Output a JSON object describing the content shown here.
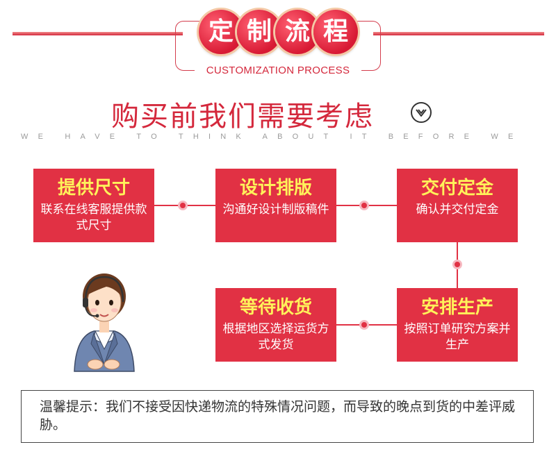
{
  "header": {
    "title_chars": [
      "定",
      "制",
      "流",
      "程"
    ],
    "subtitle": "CUSTOMIZATION PROCESS"
  },
  "section": {
    "title": "购买前我们需要考虑",
    "subtitle": "WE HAVE TO THINK ABOUT IT BEFORE WE BUY IT",
    "icon": "chevron-down-circle-icon"
  },
  "steps": [
    {
      "title": "提供尺寸",
      "desc": "联系在线客服提供款式尺寸"
    },
    {
      "title": "设计排版",
      "desc": "沟通好设计制版稿件"
    },
    {
      "title": "交付定金",
      "desc": "确认并交付定金"
    },
    {
      "title": "安排生产",
      "desc": "按照订单研究方案并生产"
    },
    {
      "title": "等待收货",
      "desc": "根据地区选择运货方式发货"
    }
  ],
  "illustration": "customer-service-agent-avatar",
  "note": {
    "text": "温馨提示：我们不接受因快递物流的特殊情况问题，而导致的晚点到货的中差评威胁。"
  },
  "colors": {
    "brand_red": "#e13144",
    "title_yellow": "#fff25a",
    "text_dark": "#333333"
  }
}
